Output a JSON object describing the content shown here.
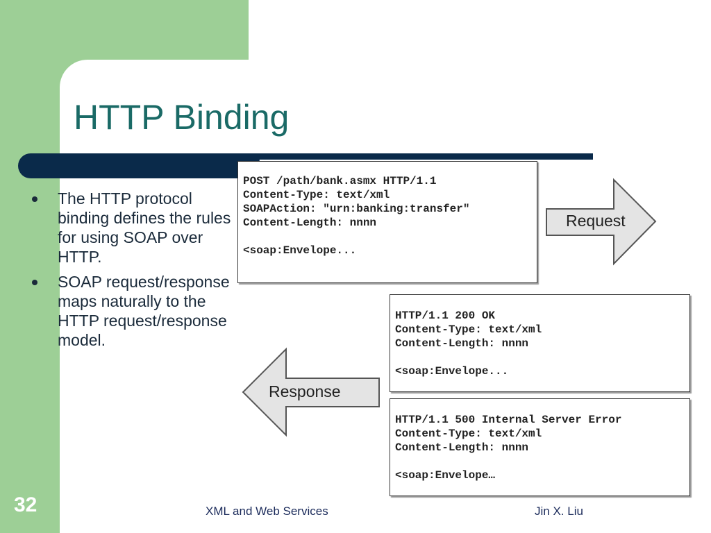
{
  "slide": {
    "title": "HTTP Binding",
    "number": "32",
    "footer_left": "XML and Web Services",
    "footer_right": "Jin X. Liu"
  },
  "bullets": [
    "The HTTP protocol binding defines the rules for using SOAP over HTTP.",
    "SOAP request/response maps naturally to the HTTP request/response model."
  ],
  "request_box": "POST /path/bank.asmx HTTP/1.1\nContent-Type: text/xml\nSOAPAction: \"urn:banking:transfer\"\nContent-Length: nnnn\n\n<soap:Envelope...",
  "response_ok_box": "HTTP/1.1 200 OK\nContent-Type: text/xml\nContent-Length: nnnn\n\n<soap:Envelope...",
  "response_error_box": "HTTP/1.1 500 Internal Server Error\nContent-Type: text/xml\nContent-Length: nnnn\n\n<soap:Envelope…",
  "arrows": {
    "request_label": "Request",
    "response_label": "Response"
  },
  "colors": {
    "accent_green": "#9dcf96",
    "rule_navy": "#0a2a4a",
    "title_teal": "#1a6a66"
  }
}
